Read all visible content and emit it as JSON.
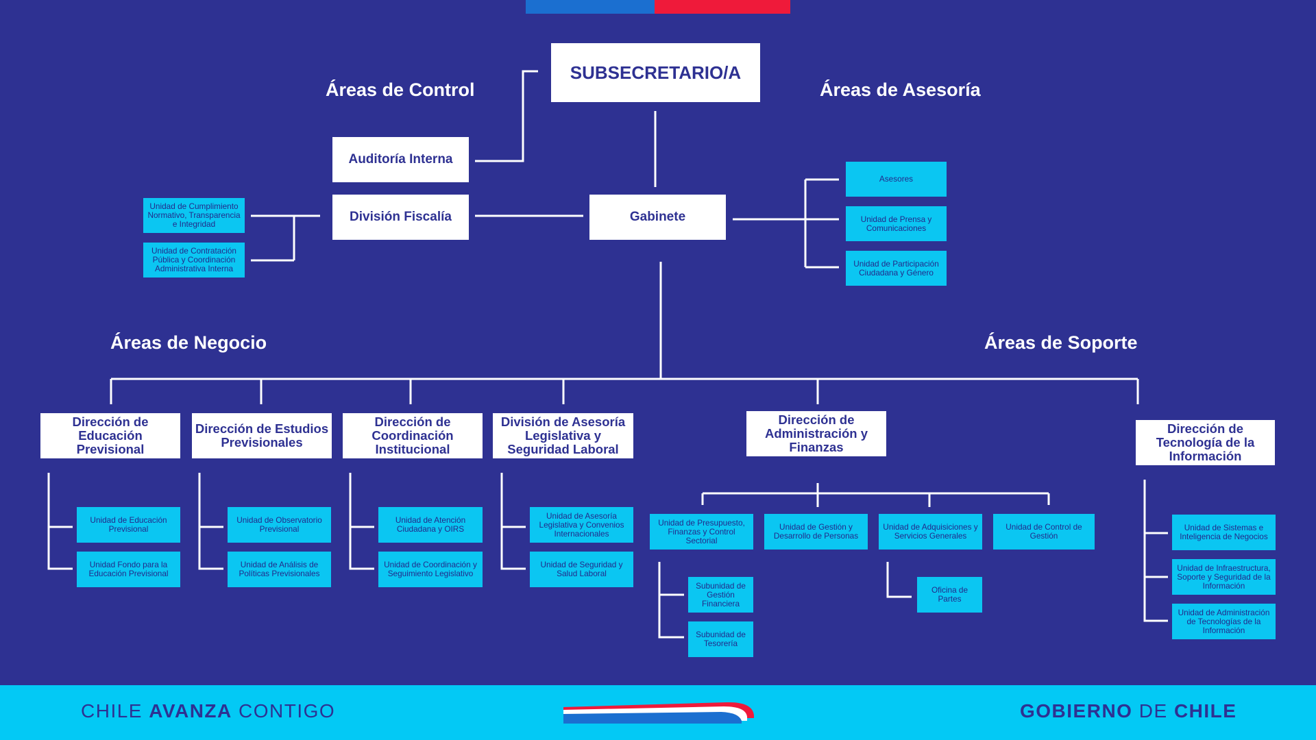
{
  "header": {
    "flag_colors": {
      "blue": "#1b6fd0",
      "red": "#ef1a3a"
    }
  },
  "colors": {
    "background": "#2e3192",
    "unit_box": "#0bc6f2",
    "footer": "#03c9f5"
  },
  "area_titles": {
    "control": "Áreas de Control",
    "asesoria": "Áreas de Asesoría",
    "negocio": "Áreas de Negocio",
    "soporte": "Áreas de Soporte"
  },
  "top": {
    "subsecretario": "SUBSECRETARIO/A",
    "auditoria": "Auditoría Interna",
    "division_fiscalia": "División Fiscalía",
    "gabinete": "Gabinete"
  },
  "fiscalia_units": [
    "Unidad de Cumplimiento Normativo, Transparencia e Integridad",
    "Unidad de Contratación Pública y Coordinación Administrativa Interna"
  ],
  "gabinete_units": [
    "Asesores",
    "Unidad de Prensa y Comunicaciones",
    "Unidad de Participación Ciudadana y Género"
  ],
  "directions": [
    {
      "name": "Dirección de Educación Previsional",
      "units": [
        "Unidad de Educación Previsional",
        "Unidad Fondo para la Educación Previsional"
      ]
    },
    {
      "name": "Dirección de Estudios Previsionales",
      "units": [
        "Unidad de Observatorio Previsional",
        "Unidad de Análisis de Políticas Previsionales"
      ]
    },
    {
      "name": "Dirección de Coordinación Institucional",
      "units": [
        "Unidad de Atención Ciudadana y OIRS",
        "Unidad de Coordinación y Seguimiento Legislativo"
      ]
    },
    {
      "name": "División de Asesoría Legislativa y Seguridad Laboral",
      "units": [
        "Unidad de Asesoría Legislativa y Convenios Internacionales",
        "Unidad de Seguridad y Salud Laboral"
      ]
    },
    {
      "name": "Dirección de Administración y Finanzas",
      "units": [
        "Unidad de Presupuesto, Finanzas y Control Sectorial",
        "Unidad de Gestión y Desarrollo de Personas",
        "Unidad de Adquisiciones y Servicios Generales",
        "Unidad de Control de Gestión"
      ],
      "subunits_presupuesto": [
        "Subunidad de Gestión Financiera",
        "Subunidad de Tesorería"
      ],
      "subunits_adquisiciones": [
        "Oficina de Partes"
      ]
    },
    {
      "name": "Dirección de Tecnología de la Información",
      "units": [
        "Unidad de Sistemas e Inteligencia de Negocios",
        "Unidad de Infraestructura, Soporte y Seguridad de la Información",
        "Unidad de Administración de Tecnologías de la Información"
      ]
    }
  ],
  "footer": {
    "left_regular_1": "CHILE ",
    "left_bold": "AVANZA",
    "left_regular_2": " CONTIGO",
    "right_bold_1": "GOBIERNO",
    "right_regular": " DE ",
    "right_bold_2": "CHILE"
  }
}
